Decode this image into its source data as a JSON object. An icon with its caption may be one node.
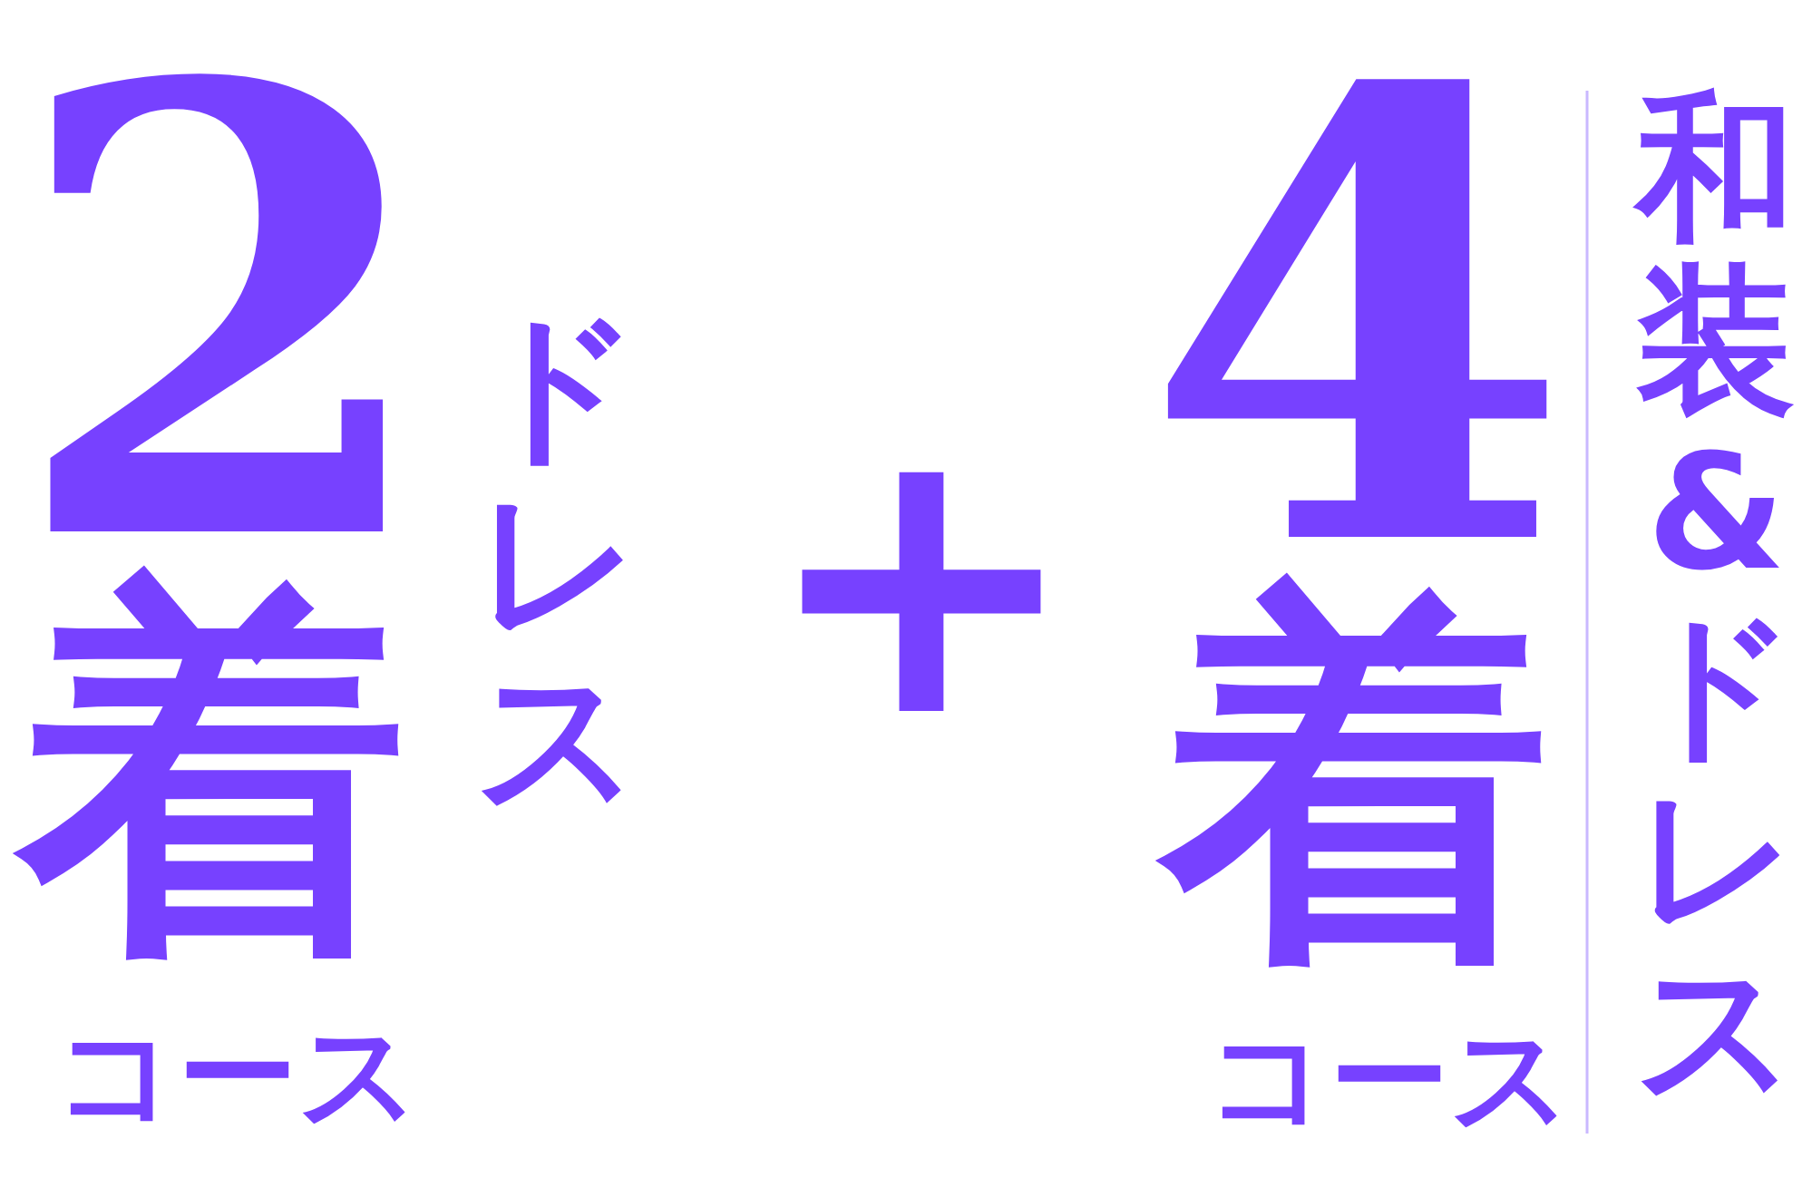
{
  "diagram": {
    "labels": [
      "2",
      "着",
      "コース",
      "ドレス",
      "+",
      "4",
      "着",
      "コース",
      "和装&ドレス"
    ]
  }
}
